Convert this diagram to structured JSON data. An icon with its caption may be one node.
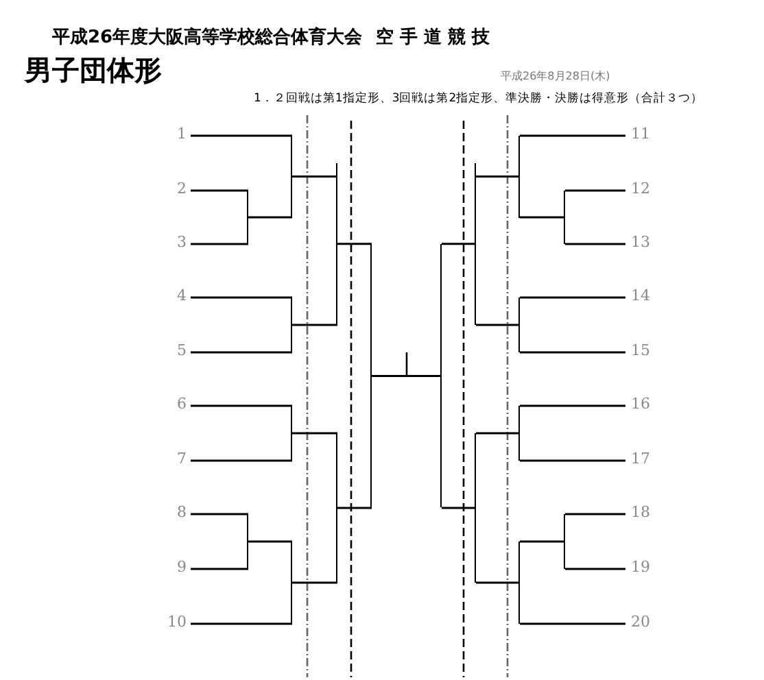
{
  "diagram": {
    "title": "平成26年度大阪高等学校総合体育大会",
    "nodes": [
      {
        "text": [
          "1"
        ]
      },
      {
        "text": [
          "2"
        ]
      },
      {
        "text": [
          "3"
        ]
      },
      {
        "text": [
          "4"
        ]
      },
      {
        "text": [
          "5"
        ]
      },
      {
        "text": [
          "6"
        ]
      },
      {
        "text": [
          "7"
        ]
      },
      {
        "text": [
          "8"
        ]
      },
      {
        "text": [
          "9"
        ]
      },
      {
        "text": [
          "10"
        ]
      },
      {
        "text": [
          "11"
        ]
      },
      {
        "text": [
          "12"
        ]
      },
      {
        "text": [
          "13"
        ]
      },
      {
        "text": [
          "14"
        ]
      },
      {
        "text": [
          "15"
        ]
      },
      {
        "text": [
          "16"
        ]
      },
      {
        "text": [
          "17"
        ]
      },
      {
        "text": [
          "18"
        ]
      },
      {
        "text": [
          "19"
        ]
      },
      {
        "text": [
          "20"
        ]
      },
      {
        "text": [],
        "shape": "bar"
      },
      {
        "text": [],
        "shape": "bar"
      },
      {
        "text": [],
        "shape": "bar"
      },
      {
        "text": [],
        "shape": "bar"
      },
      {
        "text": [],
        "shape": "bar"
      },
      {
        "text": [],
        "shape": "bar"
      },
      {
        "text": [],
        "shape": "bar"
      },
      {
        "text": [],
        "shape": "bar"
      },
      {
        "text": [],
        "shape": "bar"
      },
      {
        "text": [],
        "shape": "bar"
      },
      {
        "text": [],
        "shape": "bar"
      },
      {
        "text": [],
        "shape": "bar"
      },
      {
        "text": [],
        "shape": "bar"
      },
      {
        "text": [],
        "shape": "bar"
      },
      {
        "text": [],
        "shape": "bar"
      },
      {
        "text": [],
        "shape": "bar"
      },
      {
        "text": [],
        "shape": "bar"
      },
      {
        "text": [],
        "shape": "bar"
      }
    ],
    "edges": [
      {
        "from": 1,
        "to": 24,
        "arrow": "none"
      },
      {
        "from": 2,
        "to": 24,
        "arrow": "none"
      },
      {
        "from": 0,
        "to": 20,
        "arrow": "none"
      },
      {
        "from": 24,
        "to": 20,
        "arrow": "none"
      },
      {
        "from": 3,
        "to": 28,
        "arrow": "none"
      },
      {
        "from": 4,
        "to": 28,
        "arrow": "none"
      },
      {
        "from": 20,
        "to": 22,
        "arrow": "none"
      },
      {
        "from": 28,
        "to": 22,
        "arrow": "none"
      },
      {
        "from": 5,
        "to": 30,
        "arrow": "none"
      },
      {
        "from": 6,
        "to": 30,
        "arrow": "none"
      },
      {
        "from": 7,
        "to": 34,
        "arrow": "none"
      },
      {
        "from": 8,
        "to": 34,
        "arrow": "none"
      },
      {
        "from": 34,
        "to": 36,
        "arrow": "none"
      },
      {
        "from": 9,
        "to": 36,
        "arrow": "none"
      },
      {
        "from": 30,
        "to": 32,
        "arrow": "none"
      },
      {
        "from": 36,
        "to": 32,
        "arrow": "none"
      },
      {
        "from": 22,
        "to": 26,
        "arrow": "none"
      },
      {
        "from": 32,
        "to": 26,
        "arrow": "none"
      },
      {
        "from": 26,
        "to": 27,
        "arrow": "none"
      },
      {
        "from": 11,
        "to": 25,
        "arrow": "none"
      },
      {
        "from": 12,
        "to": 25,
        "arrow": "none"
      },
      {
        "from": 10,
        "to": 21,
        "arrow": "none"
      },
      {
        "from": 25,
        "to": 21,
        "arrow": "none"
      },
      {
        "from": 13,
        "to": 29,
        "arrow": "none"
      },
      {
        "from": 14,
        "to": 29,
        "arrow": "none"
      },
      {
        "from": 21,
        "to": 23,
        "arrow": "none"
      },
      {
        "from": 29,
        "to": 23,
        "arrow": "none"
      },
      {
        "from": 15,
        "to": 31,
        "arrow": "none"
      },
      {
        "from": 16,
        "to": 31,
        "arrow": "none"
      },
      {
        "from": 17,
        "to": 35,
        "arrow": "none"
      },
      {
        "from": 18,
        "to": 35,
        "arrow": "none"
      },
      {
        "from": 35,
        "to": 37,
        "arrow": "none"
      },
      {
        "from": 19,
        "to": 37,
        "arrow": "none"
      },
      {
        "from": 31,
        "to": 33,
        "arrow": "none"
      },
      {
        "from": 37,
        "to": 33,
        "arrow": "none"
      },
      {
        "from": 23,
        "to": 27,
        "arrow": "none"
      },
      {
        "from": 33,
        "to": 27,
        "arrow": "none"
      }
    ],
    "labels": [
      "空 手 道 競 技",
      "男子団体形",
      "平成26年8月28日(木)",
      "1．２回戦は第1指定形、3回戦は第2指定形、準決勝・決勝は得意形（合計３つ）"
    ]
  }
}
